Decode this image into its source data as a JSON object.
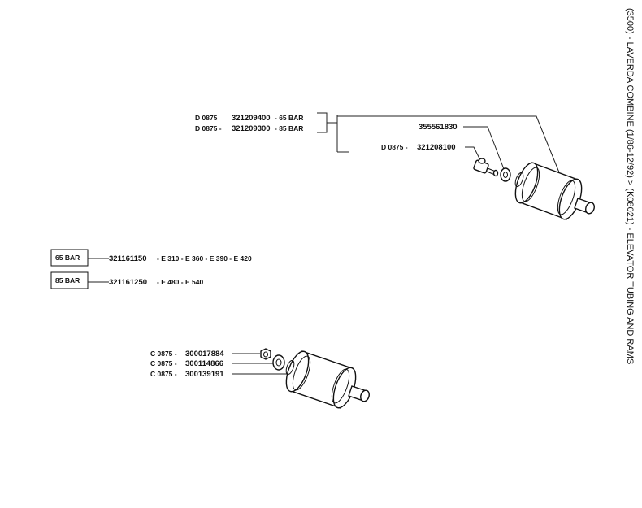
{
  "page_title": "(3500) - LAVERDA COMBINE (1/86-12/92) > (K08021) - ELEVATOR TUBING AND RAMS",
  "upper_group": {
    "row1": {
      "prefix": "D 0875",
      "part": "321209400",
      "pressure": "- 65 BAR"
    },
    "row2": {
      "prefix": "D 0875 -",
      "part": "321209300",
      "pressure": "- 85 BAR"
    },
    "seal_part": "355561830",
    "fitting": {
      "prefix": "D 0875 -",
      "part": "321208100"
    }
  },
  "legend": [
    {
      "badge": "65 BAR",
      "part": "321161150",
      "models": "- E 310 - E 360 - E 390 - E 420"
    },
    {
      "badge": "85 BAR",
      "part": "321161250",
      "models": "- E 480 - E 540"
    }
  ],
  "lower_group": [
    {
      "prefix": "C 0875 -",
      "part": "300017884"
    },
    {
      "prefix": "C 0875 -",
      "part": "300114866"
    },
    {
      "prefix": "C 0875 -",
      "part": "300139191"
    }
  ]
}
